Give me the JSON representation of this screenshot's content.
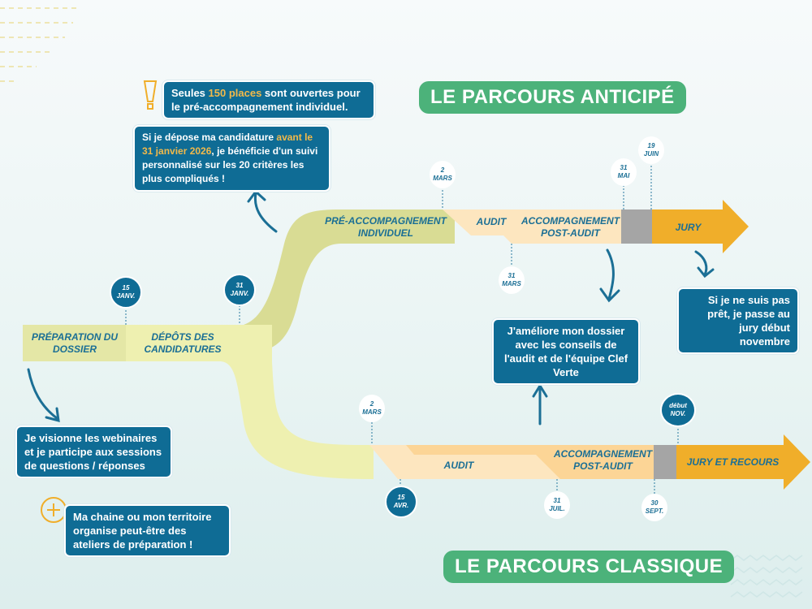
{
  "titles": {
    "anticipe": "LE PARCOURS ANTICIPÉ",
    "classique": "LE PARCOURS  CLASSIQUE"
  },
  "start": {
    "preparation": "PRÉPARATION DU DOSSIER",
    "depots": "DÉPÔTS DES CANDIDATURES",
    "date1": {
      "day": "15",
      "month": "JANV."
    },
    "date2": {
      "day": "31",
      "month": "JANV."
    }
  },
  "anticipe": {
    "phases": [
      "PRÉ-ACCOMPAGNEMENT INDIVIDUEL",
      "AUDIT",
      "ACCOMPAGNEMENT POST-AUDIT",
      "JURY"
    ],
    "dates": [
      {
        "day": "2",
        "month": "MARS"
      },
      {
        "day": "31",
        "month": "MARS"
      },
      {
        "day": "31",
        "month": "MAI"
      },
      {
        "day": "19",
        "month": "JUIN"
      }
    ]
  },
  "classique": {
    "phases": [
      "AUDIT",
      "ACCOMPAGNEMENT POST-AUDIT",
      "JURY ET RECOURS"
    ],
    "dates": [
      {
        "day": "2",
        "month": "MARS"
      },
      {
        "day": "15",
        "month": "AVR."
      },
      {
        "day": "31",
        "month": "JUIL."
      },
      {
        "day": "30",
        "month": "SEPT."
      },
      {
        "day": "début",
        "month": "NOV."
      }
    ]
  },
  "callouts": {
    "places": {
      "pre": "Seules ",
      "hl": "150 places",
      "post": " sont ouvertes pour le pré-accompagnement individuel."
    },
    "candidature": {
      "pre": "Si je dépose ma candidature ",
      "hl": "avant le 31 janvier 2026",
      "post": ", je bénéficie d'un suivi personnalisé sur les 20 critères les plus compliqués !"
    },
    "pret": "Si je ne suis pas prêt, je passe au jury début novembre",
    "ameliore": "J'améliore mon dossier avec les conseils de l'audit et de l'équipe Clef Verte",
    "webinaires": "Je visionne les webinaires et je participe aux sessions de questions / réponses",
    "ateliers": "Ma chaine ou mon territoire organise peut-être des ateliers de préparation !"
  },
  "colors": {
    "blue": "#0f6c95",
    "green": "#4cb27a",
    "orange": "#f0ae2a",
    "olive": "#d9dc94",
    "peach": "#fde6bf",
    "gray": "#a5a5a5"
  }
}
